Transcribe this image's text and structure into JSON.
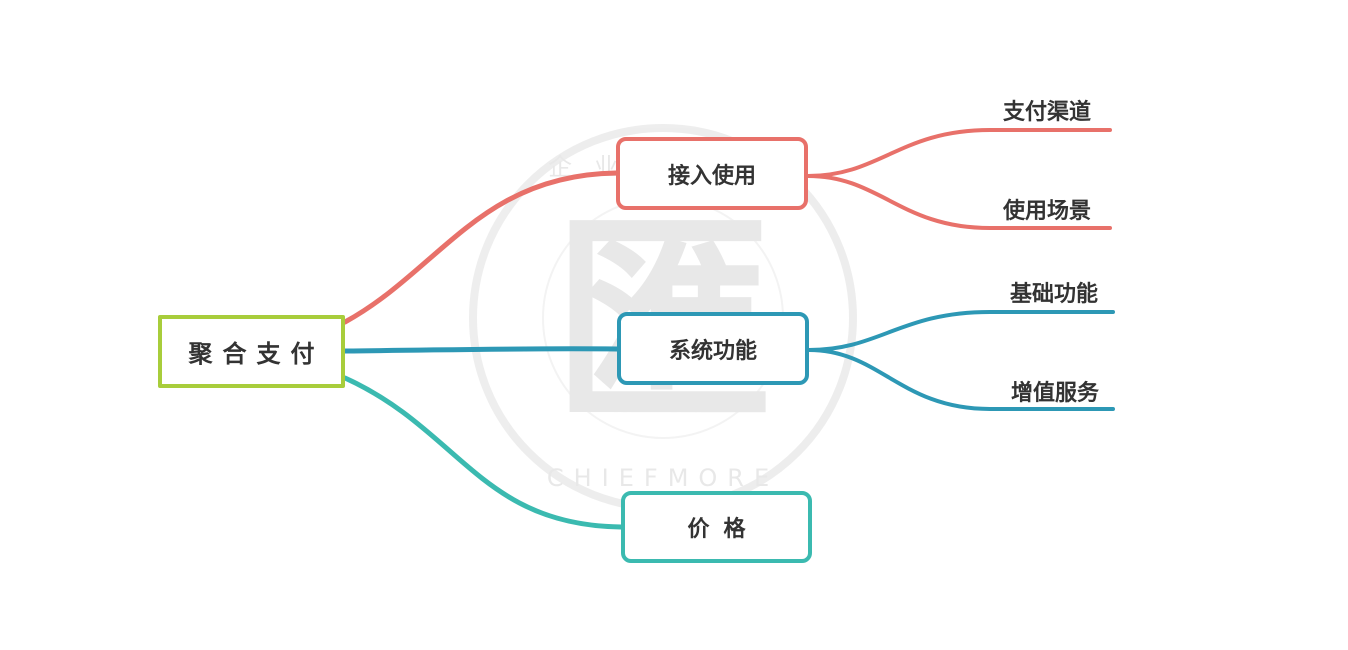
{
  "root": {
    "label": "聚合支付",
    "color": "#a8cd3b"
  },
  "branches": [
    {
      "label": "接入使用",
      "color": "#e8716a",
      "children": [
        "支付渠道",
        "使用场景"
      ]
    },
    {
      "label": "系统功能",
      "color": "#2d98b5",
      "children": [
        "基础功能",
        "增值服务"
      ]
    },
    {
      "label": "价格",
      "color": "#3bbab0",
      "children": []
    }
  ],
  "watermark": {
    "top_text": "企业服务汇",
    "bottom_text": "CHIEFMORE",
    "logo_char": "匯"
  }
}
